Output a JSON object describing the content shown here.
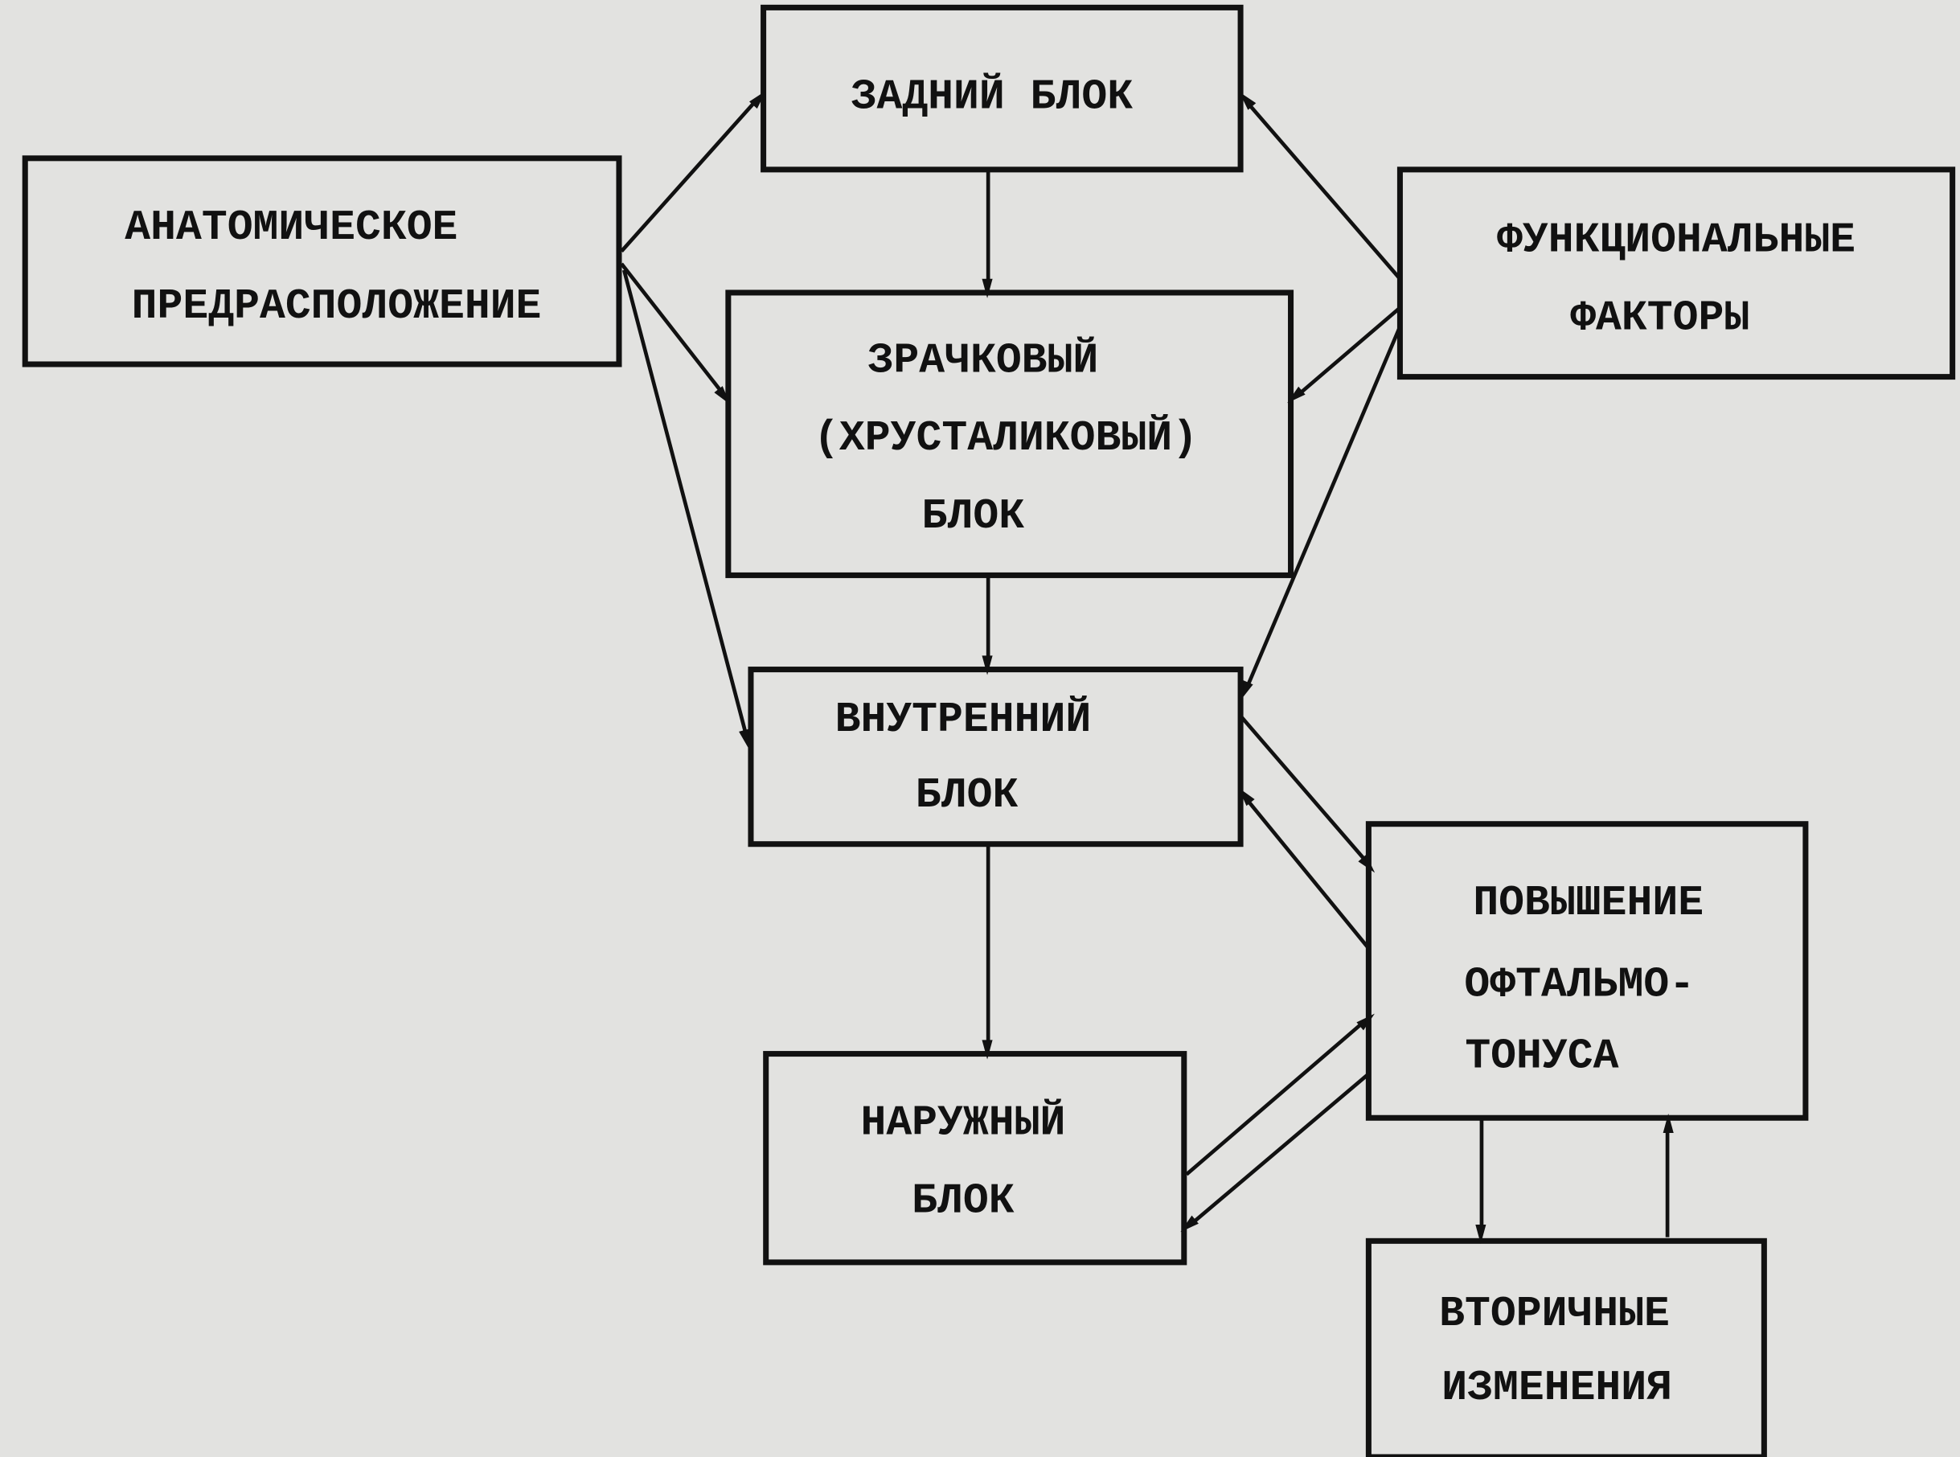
{
  "nodes": {
    "zadniy": {
      "lines": [
        "ЗАДНИЙ БЛОК"
      ]
    },
    "anatom": {
      "lines": [
        "АНАТОМИЧЕСКОЕ",
        "ПРЕДРАСПОЛОЖЕНИЕ"
      ]
    },
    "funk": {
      "lines": [
        "ФУНКЦИОНАЛЬНЫЕ",
        "ФАКТОРЫ"
      ]
    },
    "zrach": {
      "lines": [
        "ЗРАЧКОВЫЙ",
        "(ХРУСТАЛИКОВЫЙ)",
        "БЛОК"
      ]
    },
    "vnutr": {
      "lines": [
        "ВНУТРЕННИЙ",
        "БЛОК"
      ]
    },
    "povysh": {
      "lines": [
        "ПОВЫШЕНИЕ",
        "ОФТАЛЬМО-",
        "ТОНУСА"
      ]
    },
    "narug": {
      "lines": [
        "НАРУЖНЫЙ",
        "БЛОК"
      ]
    },
    "vtor": {
      "lines": [
        "ВТОРИЧНЫЕ",
        "ИЗМЕНЕНИЯ"
      ]
    }
  },
  "edges": [
    [
      "anatom",
      "zadniy"
    ],
    [
      "anatom",
      "zrach"
    ],
    [
      "anatom",
      "vnutr"
    ],
    [
      "zadniy",
      "zrach"
    ],
    [
      "zrach",
      "vnutr"
    ],
    [
      "funk",
      "zadniy"
    ],
    [
      "funk",
      "zrach"
    ],
    [
      "funk",
      "vnutr"
    ],
    [
      "vnutr",
      "povysh"
    ],
    [
      "povysh",
      "vnutr"
    ],
    [
      "vnutr",
      "narug"
    ],
    [
      "narug",
      "povysh"
    ],
    [
      "povysh",
      "narug"
    ],
    [
      "povysh",
      "vtor"
    ],
    [
      "vtor",
      "povysh"
    ]
  ]
}
